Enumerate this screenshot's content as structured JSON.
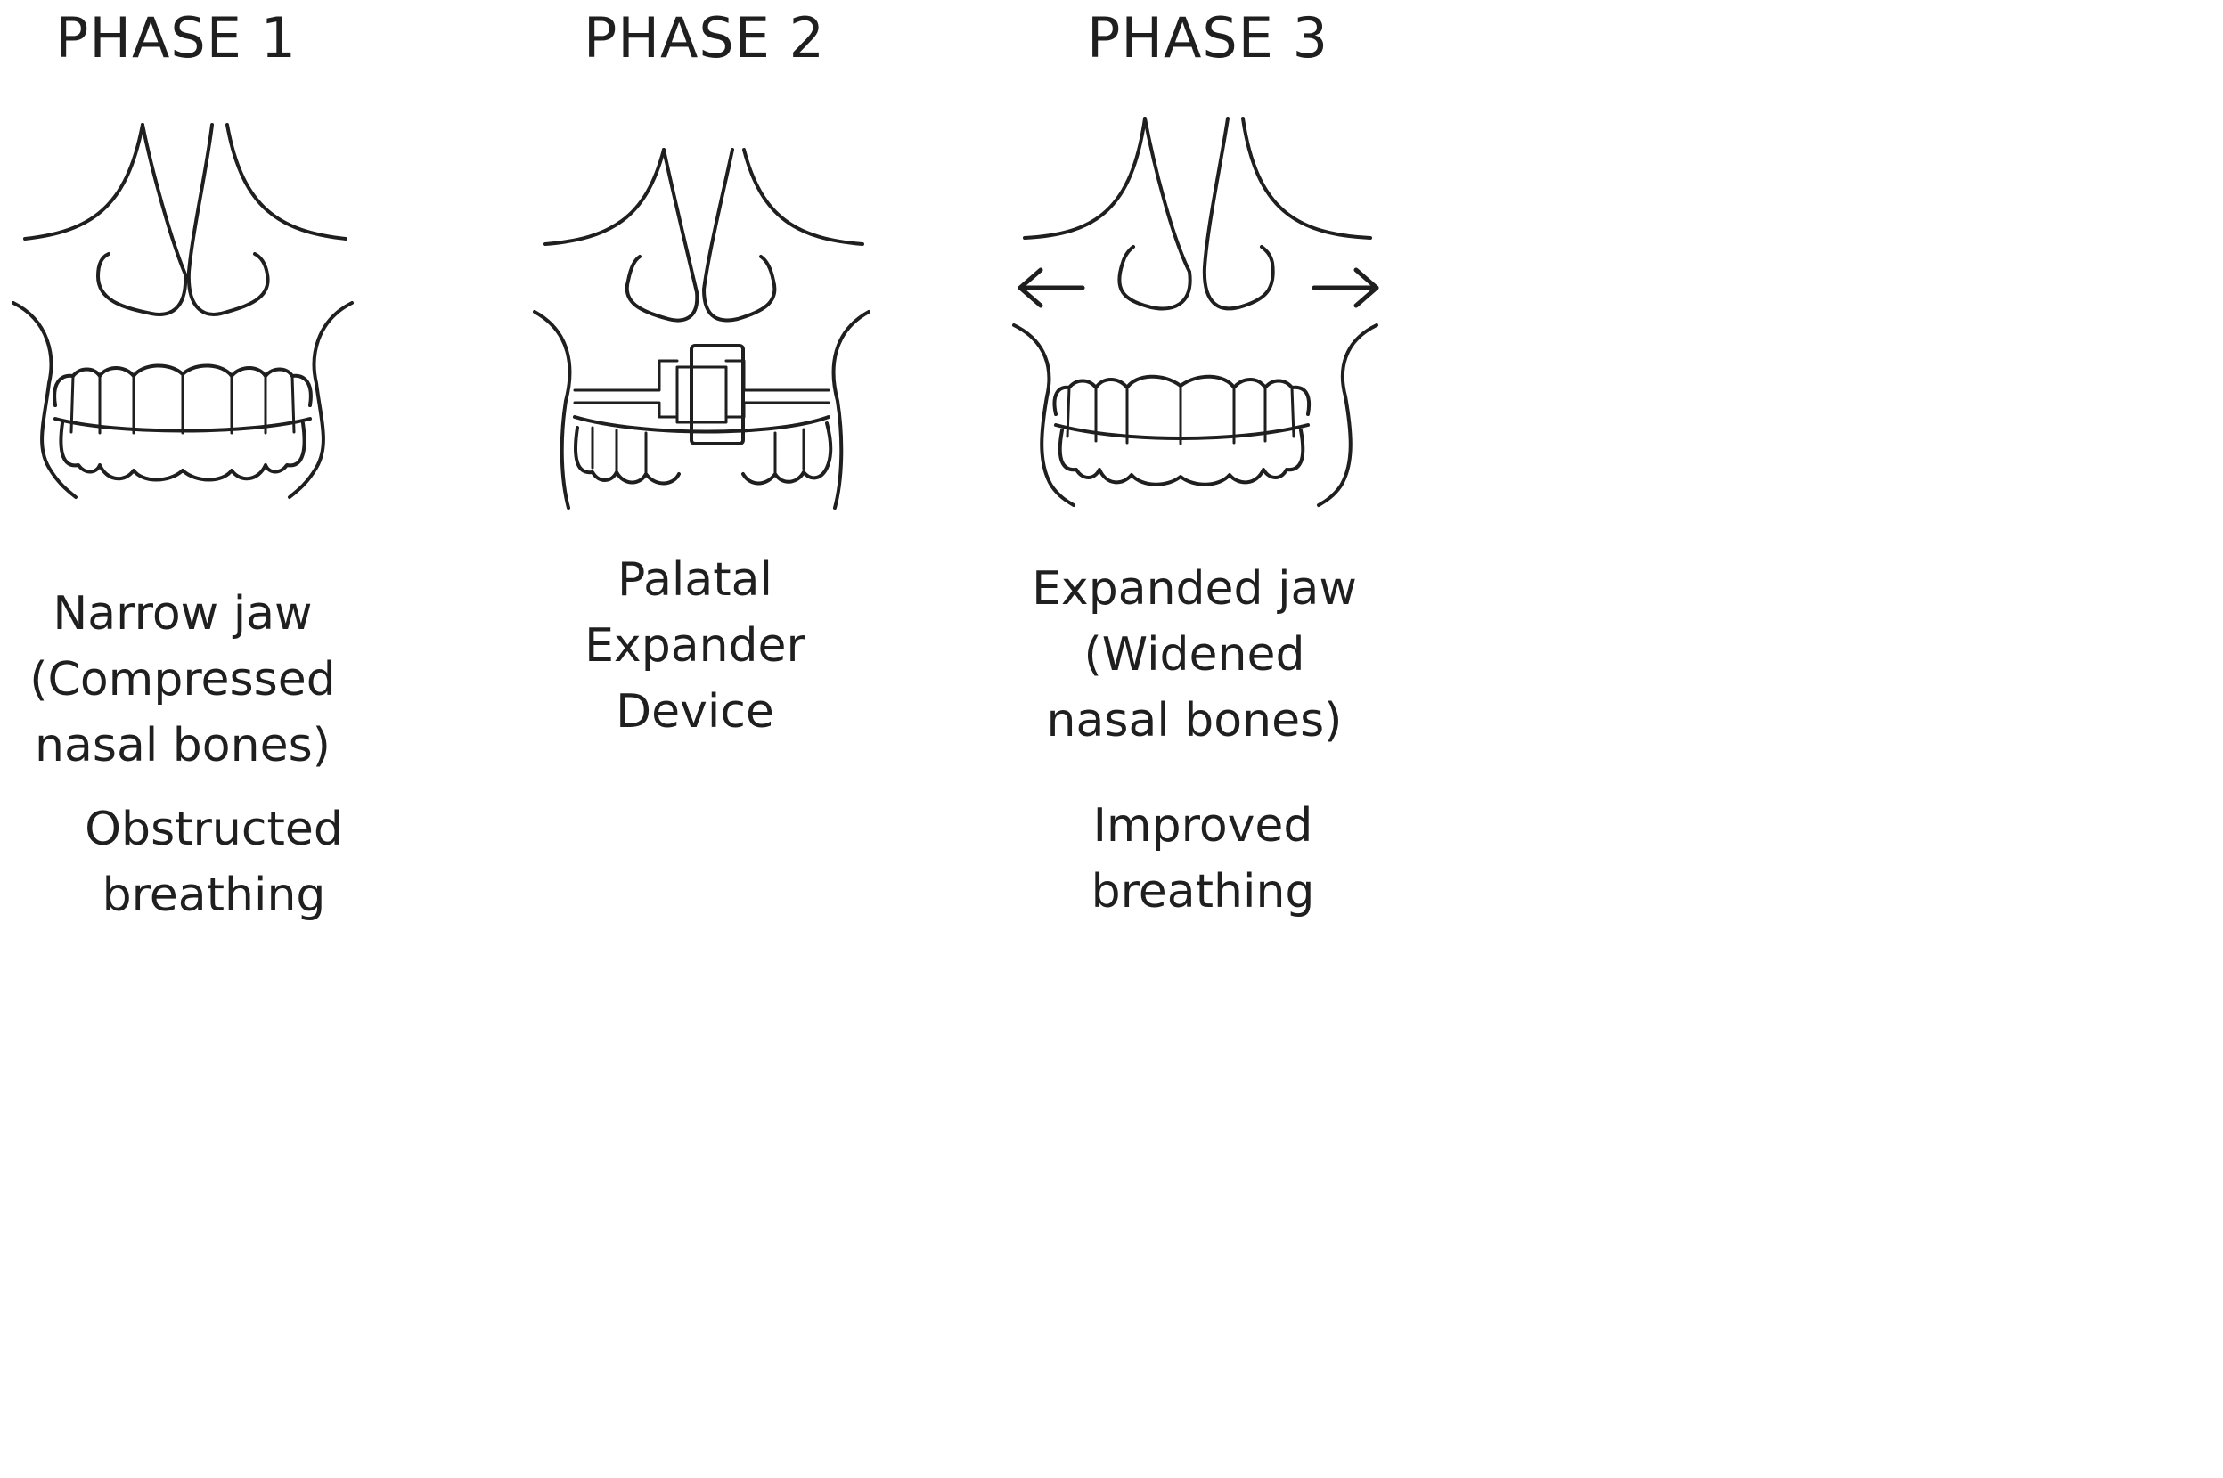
{
  "phases": [
    {
      "title": "PHASE 1",
      "caption": [
        "Narrow jaw",
        "(Compressed",
        "nasal bones)"
      ],
      "outcome": [
        "Obstructed",
        "breathing"
      ]
    },
    {
      "title": "PHASE 2",
      "caption": [
        "Palatal",
        "Expander",
        "Device"
      ]
    },
    {
      "title": "PHASE 3",
      "caption": [
        "Expanded jaw",
        "(Widened",
        "nasal bones)"
      ],
      "outcome": [
        "Improved",
        "breathing"
      ]
    }
  ]
}
